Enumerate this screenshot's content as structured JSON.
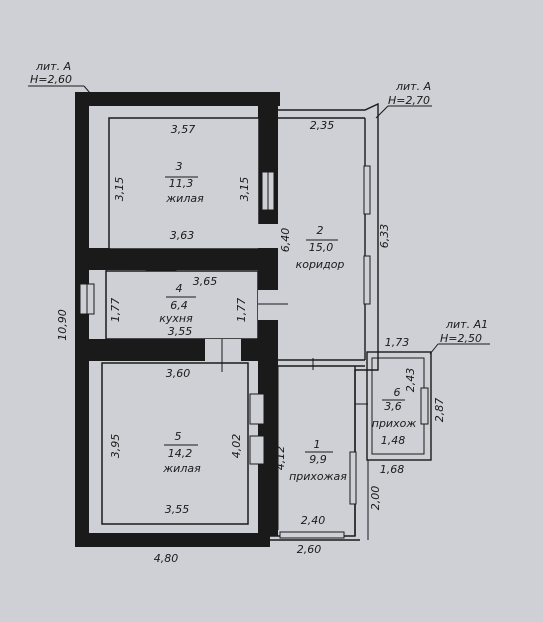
{
  "labels": {
    "lit_a_left_title": "лит. А",
    "lit_a_left_height": "Н=2,60",
    "lit_a_right_title": "лит. А",
    "lit_a_right_height": "Н=2,70",
    "lit_a1_title": "лит. А1",
    "lit_a1_height": "Н=2,50"
  },
  "rooms": {
    "r3": {
      "number": "3",
      "area": "11,3",
      "name": "жилая"
    },
    "r2": {
      "number": "2",
      "area": "15,0",
      "name": "коридор"
    },
    "r4": {
      "number": "4",
      "area": "6,4",
      "name": "кухня"
    },
    "r5": {
      "number": "5",
      "area": "14,2",
      "name": "жилая"
    },
    "r1": {
      "number": "1",
      "area": "9,9",
      "name": "прихожая"
    },
    "r6": {
      "number": "6",
      "area": "3,6",
      "name": "прихож"
    }
  },
  "dimensions": {
    "d_357": "3,57",
    "d_315_left": "3,15",
    "d_315_right": "3,15",
    "d_363": "3,63",
    "d_235": "2,35",
    "d_640": "6,40",
    "d_633": "6,33",
    "d_365": "3,65",
    "d_177_left": "1,77",
    "d_177_right": "1,77",
    "d_355_top": "3,55",
    "d_1090": "10,90",
    "d_360": "3,60",
    "d_395": "3,95",
    "d_402": "4,02",
    "d_355_bottom": "3,55",
    "d_412": "4,12",
    "d_240": "2,40",
    "d_480": "4,80",
    "d_260": "2,60",
    "d_173": "1,73",
    "d_243": "2,43",
    "d_287": "2,87",
    "d_148": "1,48",
    "d_168": "1,68",
    "d_200": "2,00"
  }
}
